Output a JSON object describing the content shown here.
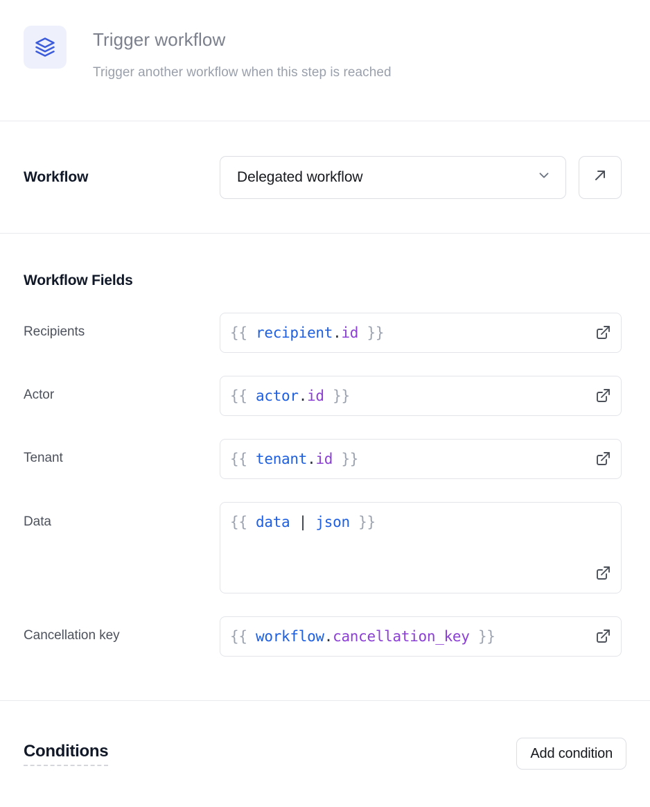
{
  "header": {
    "icon": "layers-stack-icon",
    "title": "Trigger workflow",
    "description": "Trigger another workflow when this step is reached",
    "icon_color": "#3b5bdb",
    "icon_bg": "#eef1fb"
  },
  "workflow": {
    "label": "Workflow",
    "selected": "Delegated workflow",
    "dropdown_icon": "chevron-down-icon",
    "open_button_icon": "arrow-up-right-icon"
  },
  "fields_section": {
    "title": "Workflow Fields",
    "fields": [
      {
        "label": "Recipients",
        "value": "{{ recipient.id }}",
        "tokens": [
          {
            "text": "{{ ",
            "type": "brace"
          },
          {
            "text": "recipient",
            "type": "var"
          },
          {
            "text": ".",
            "type": "dot"
          },
          {
            "text": "id",
            "type": "prop"
          },
          {
            "text": " }}",
            "type": "brace"
          }
        ],
        "multiline": false,
        "expand_icon": "external-link-icon"
      },
      {
        "label": "Actor",
        "value": "{{ actor.id }}",
        "tokens": [
          {
            "text": "{{ ",
            "type": "brace"
          },
          {
            "text": "actor",
            "type": "var"
          },
          {
            "text": ".",
            "type": "dot"
          },
          {
            "text": "id",
            "type": "prop"
          },
          {
            "text": " }}",
            "type": "brace"
          }
        ],
        "multiline": false,
        "expand_icon": "external-link-icon"
      },
      {
        "label": "Tenant",
        "value": "{{ tenant.id }}",
        "tokens": [
          {
            "text": "{{ ",
            "type": "brace"
          },
          {
            "text": "tenant",
            "type": "var"
          },
          {
            "text": ".",
            "type": "dot"
          },
          {
            "text": "id",
            "type": "prop"
          },
          {
            "text": " }}",
            "type": "brace"
          }
        ],
        "multiline": false,
        "expand_icon": "external-link-icon"
      },
      {
        "label": "Data",
        "value": "{{ data | json }}",
        "tokens": [
          {
            "text": "{{ ",
            "type": "brace"
          },
          {
            "text": "data",
            "type": "var"
          },
          {
            "text": " | ",
            "type": "pipe"
          },
          {
            "text": "json",
            "type": "filter"
          },
          {
            "text": " }}",
            "type": "brace"
          }
        ],
        "multiline": true,
        "expand_icon": "external-link-icon"
      },
      {
        "label": "Cancellation key",
        "value": "{{ workflow.cancellation_key }}",
        "tokens": [
          {
            "text": "{{ ",
            "type": "brace"
          },
          {
            "text": "workflow",
            "type": "var"
          },
          {
            "text": ".",
            "type": "dot"
          },
          {
            "text": "cancellation_key",
            "type": "prop"
          },
          {
            "text": " }}",
            "type": "brace"
          }
        ],
        "multiline": false,
        "expand_icon": "external-link-icon"
      }
    ]
  },
  "conditions": {
    "title": "Conditions",
    "add_button_label": "Add condition"
  },
  "colors": {
    "accent": "#3b5bdb",
    "token_variable": "#1d5fe0",
    "token_property": "#8b3fd4",
    "token_brace": "#9ca3af",
    "border": "#e2e4e9",
    "title_text": "#7b808c",
    "desc_text": "#9aa0ab",
    "label_text": "#4c515b"
  }
}
